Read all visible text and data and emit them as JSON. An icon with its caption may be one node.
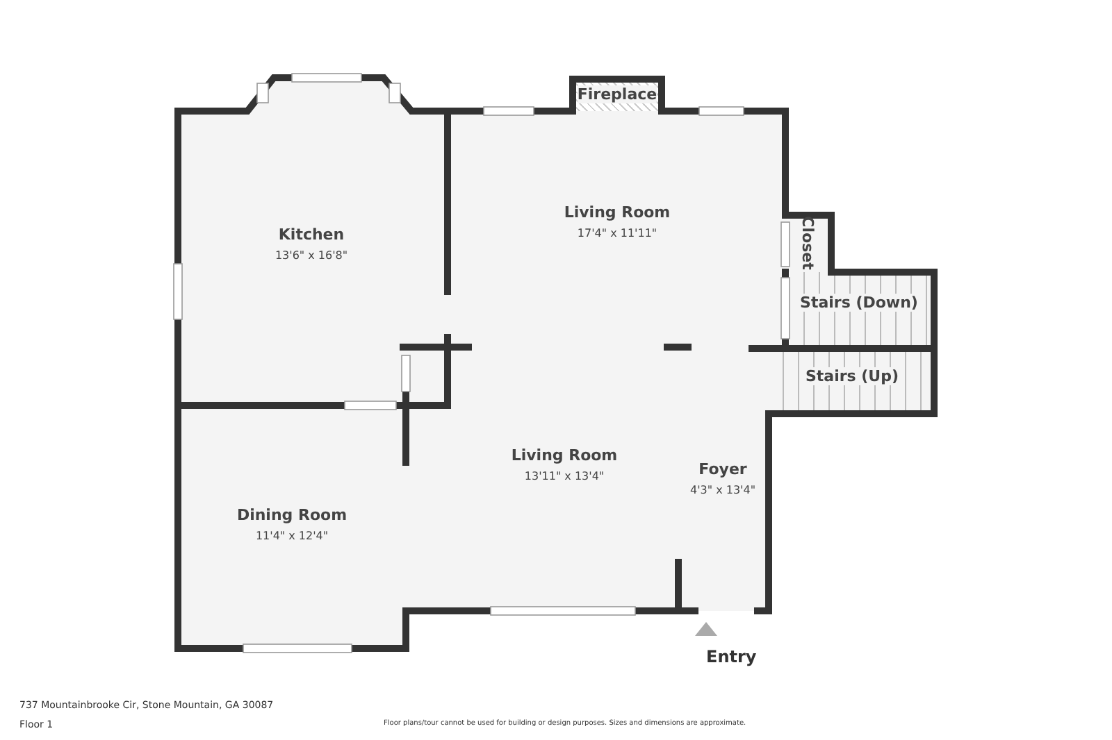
{
  "diagram": {
    "nodes": [
      {
        "text": [
          "Kitchen",
          "13'6\" x 16'8\""
        ]
      },
      {
        "text": [
          "Living Room",
          "17'4\" x 11'11\""
        ]
      },
      {
        "text": [
          "Fireplace"
        ]
      },
      {
        "text": [
          "Closet"
        ]
      },
      {
        "text": [
          "Stairs (Down)"
        ]
      },
      {
        "text": [
          "Stairs (Up)"
        ]
      },
      {
        "text": [
          "Living Room",
          "13'11\" x 13'4\""
        ]
      },
      {
        "text": [
          "Dining Room",
          "11'4\" x 12'4\""
        ]
      },
      {
        "text": [
          "Foyer",
          "4'3\" x 13'4\""
        ]
      }
    ],
    "labels": [
      "Entry",
      "737 Mountainbrooke Cir, Stone Mountain, GA 30087",
      "Floor 1",
      "Floor plans/tour cannot be used for building or design purposes. Sizes and dimensions are approximate."
    ]
  }
}
